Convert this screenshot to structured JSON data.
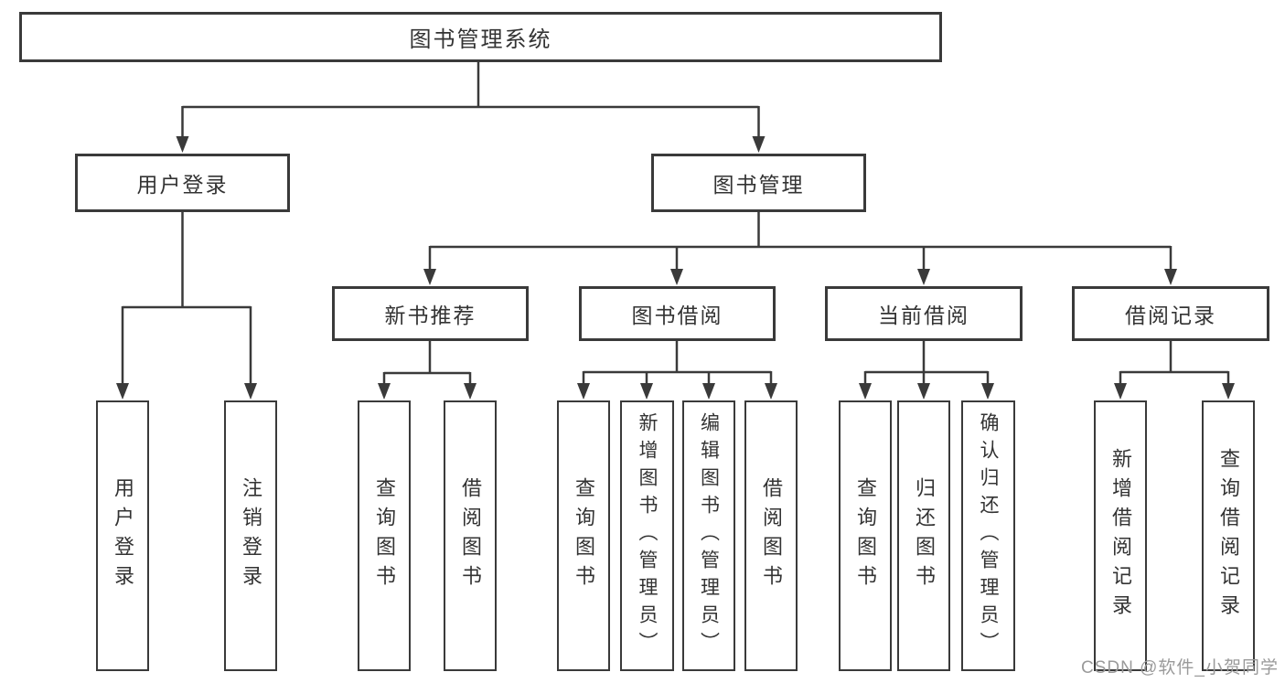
{
  "diagram": {
    "root": {
      "label": "图书管理系统"
    },
    "branches": [
      {
        "label": "用户登录",
        "children": [
          {
            "label": "用户登录"
          },
          {
            "label": "注销登录"
          }
        ]
      },
      {
        "label": "图书管理",
        "children": [
          {
            "label": "新书推荐",
            "children": [
              {
                "label": "查询图书"
              },
              {
                "label": "借阅图书"
              }
            ]
          },
          {
            "label": "图书借阅",
            "children": [
              {
                "label": "查询图书"
              },
              {
                "label": "新增图书（管理员）"
              },
              {
                "label": "编辑图书（管理员）"
              },
              {
                "label": "借阅图书"
              }
            ]
          },
          {
            "label": "当前借阅",
            "children": [
              {
                "label": "查询图书"
              },
              {
                "label": "归还图书"
              },
              {
                "label": "确认归还（管理员）"
              }
            ]
          },
          {
            "label": "借阅记录",
            "children": [
              {
                "label": "新增借阅记录"
              },
              {
                "label": "查询借阅记录"
              }
            ]
          }
        ]
      }
    ],
    "watermark": "CSDN @软件_小贺同学"
  },
  "colors": {
    "line": "#3a3a3a",
    "text": "#333333",
    "watermark": "#9a9a9a",
    "background": "#ffffff"
  }
}
